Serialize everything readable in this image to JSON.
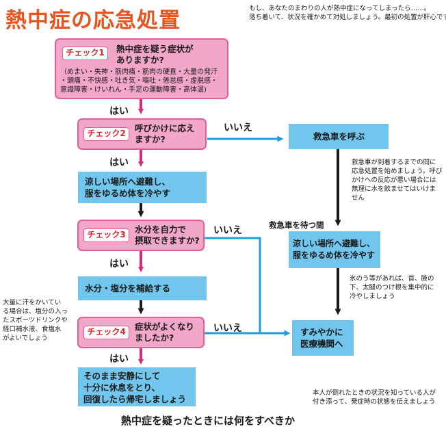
{
  "title": "熱中症の応急処置",
  "intro": [
    "もし、あなたのまわりの人が熱中症になってしまったら……。",
    "落ち着いて、状況を確かめて対処しましょう。最初の処置が肝心です。"
  ],
  "check1": {
    "badge": "チェック1",
    "question": [
      "熱中症を疑う症状が",
      "ありますか?"
    ],
    "symptoms": [
      "（めまい・失神・筋肉痛・筋肉の硬直・大量の発汗",
      "・頭痛・不快感・吐き気・嘔吐・倦怠感・虚脱感・",
      "意識障害・けいれん・手足の運動障害・高体温)"
    ]
  },
  "check2": {
    "badge": "チェック2",
    "question": [
      "呼びかけに応え",
      "ますか?"
    ]
  },
  "check3": {
    "badge": "チェック3",
    "question": [
      "水分を自力で",
      "摂取できますか?"
    ]
  },
  "check4": {
    "badge": "チェック4",
    "question": [
      "症状がよくなり",
      "ましたか?"
    ]
  },
  "actions": {
    "cool": [
      "涼しい場所へ避難し、",
      "服をゆるめ体を冷やす"
    ],
    "hydrate": "水分・塩分を補給する",
    "rest": [
      "そのまま安静にして",
      "十分に休息をとり、",
      "回復したら帰宅しましょう"
    ],
    "ambulance": "救急車を呼ぶ",
    "cool2": [
      "涼しい場所へ避難し、",
      "服をゆるめ体を冷やす"
    ],
    "hospital": [
      "すみやかに",
      "医療機関へ"
    ]
  },
  "answers": {
    "yes": "はい",
    "no": "いいえ"
  },
  "labels": {
    "wait_ambulance": "救急車を待つ間"
  },
  "notes": {
    "ambulance": [
      "救急車が到着するまでの間に",
      "応急処置を始めましょう。呼び",
      "かけへの反応が悪い場合には",
      "無理に水を飲ませてはいけま",
      "せん"
    ],
    "ice": [
      "氷のう等があれば、首、腋の",
      "下、太腿のつけ根を集中的に",
      "冷やしましょう"
    ],
    "sweat": [
      "大量に汗をかいてい",
      "る場合は、塩分の入っ",
      "たスポーツドリンクや",
      "経口補水液、食塩水",
      "がよいでしょう"
    ],
    "witness": [
      "本人が倒れたときの状況を知っている人が",
      "付き添って、発症時の状態を伝えましょう"
    ]
  },
  "caption": "熱中症を疑ったときには何をすべきか",
  "colors": {
    "title": "#e8531e",
    "pink": "#f2a7c9",
    "pink_border": "#e05d9a",
    "blue": "#71c6ee",
    "yes_arrow": "#e0287a",
    "no_arrow": "#1aa0dc",
    "badge_text": "#d8262f"
  }
}
